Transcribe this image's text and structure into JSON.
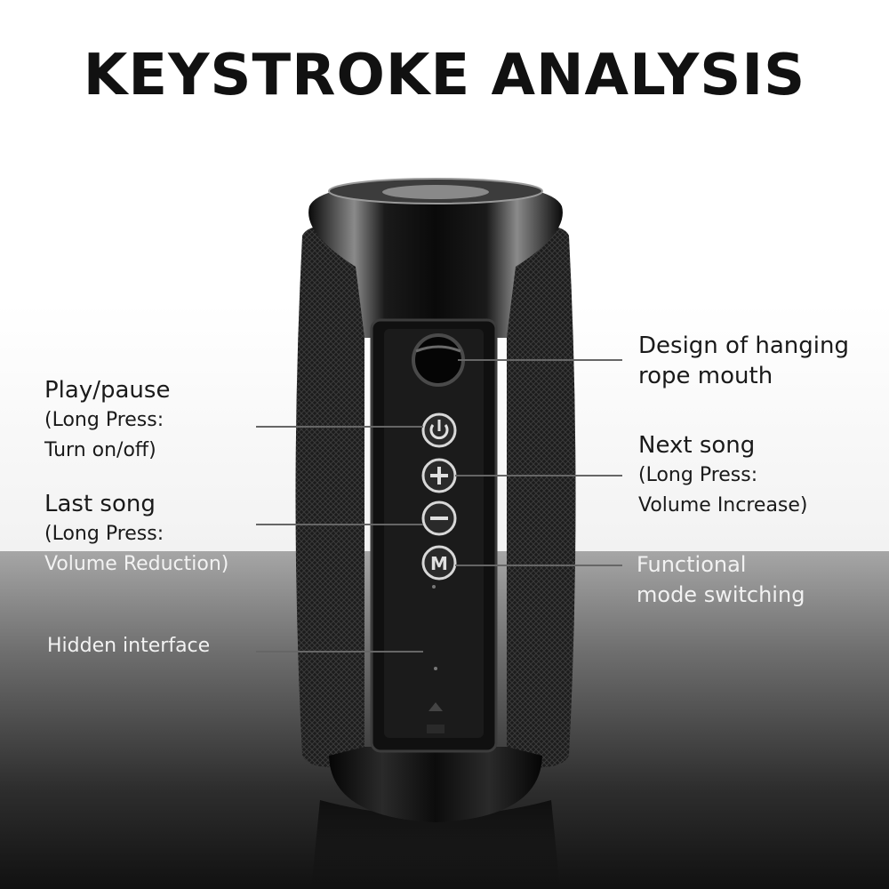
{
  "title": "KEYSTROKE ANALYSIS",
  "colors": {
    "line": "#666666",
    "speaker": "#141414",
    "button_ring": "#d8d8d8"
  },
  "buttons": [
    {
      "name": "power",
      "icon": "power-icon"
    },
    {
      "name": "plus",
      "icon": "plus-icon"
    },
    {
      "name": "minus",
      "icon": "minus-icon"
    },
    {
      "name": "mode",
      "icon": "m-letter-icon",
      "glyph": "M"
    }
  ],
  "callouts": {
    "hanging": {
      "line1": "Design of hanging",
      "line2": "rope mouth"
    },
    "play": {
      "line1": "Play/pause",
      "line2": "(Long Press:",
      "line3": "Turn on/off)"
    },
    "next": {
      "line1": "Next song",
      "line2": "(Long Press:",
      "line3": "Volume Increase)"
    },
    "last": {
      "line1": "Last song",
      "line2": "(Long Press:",
      "line3": "Volume Reduction)"
    },
    "mode": {
      "line1": "Functional",
      "line2": "mode switching"
    },
    "hidden": {
      "line1": "Hidden interface"
    }
  }
}
